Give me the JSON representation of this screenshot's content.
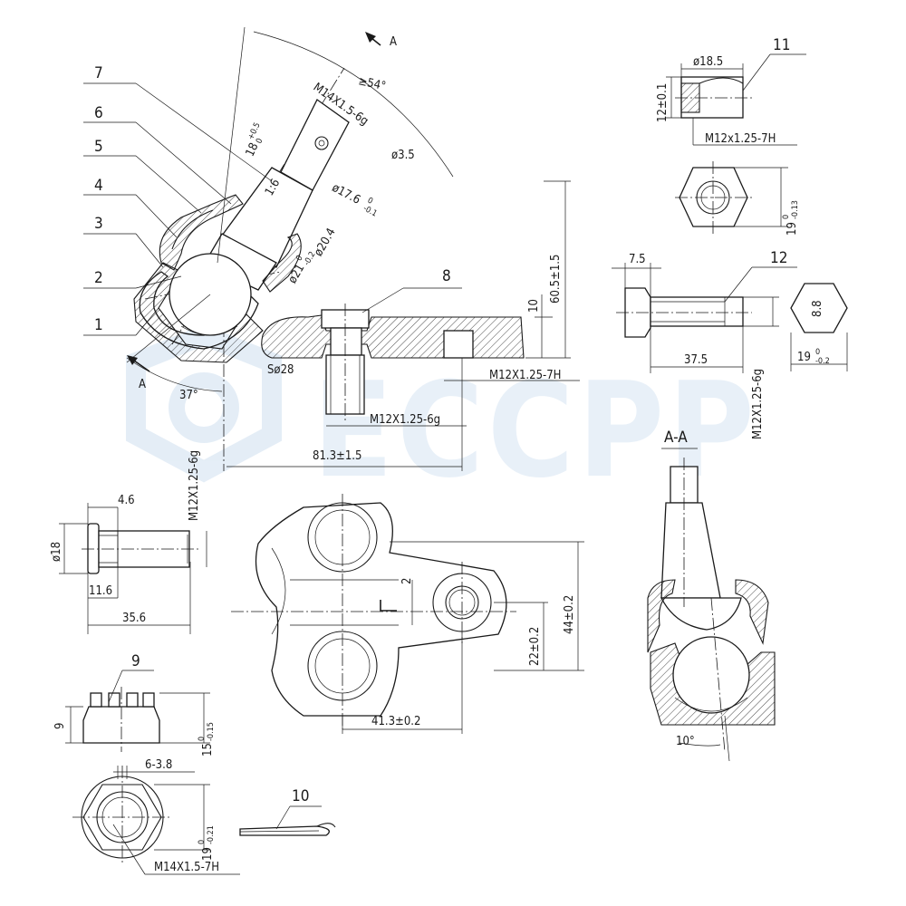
{
  "watermark": {
    "brand": "ECCPP",
    "color": "#cfe0f0"
  },
  "part_numbers": {
    "p1": "1",
    "p2": "2",
    "p3": "3",
    "p4": "4",
    "p5": "5",
    "p6": "6",
    "p7": "7",
    "p8": "8",
    "p9": "9",
    "p10": "10",
    "p11": "11",
    "p12": "12"
  },
  "section": {
    "label": "A-A",
    "arrow_a1": "A",
    "arrow_a2": "A"
  },
  "dims": {
    "angle_54": "≥54°",
    "thread_m14_6g": "M14X1.5-6g",
    "d35": "ø3.5",
    "len_18": "18",
    "ratio_16": "1:6",
    "d176": "ø17.6",
    "d204": "ø20.4",
    "d21": "ø21",
    "sphere_28": "Sø28",
    "angle_37": "37°",
    "h605": "60.5±1.5",
    "h10": "10",
    "nut_thread_7h": "M12X1.25-7H",
    "bolt_thread_6g_1": "M12X1.25-6g",
    "w813": "81.3±1.5",
    "bolt_thread_6g_2": "M12X1.25-6g",
    "len_46": "4.6",
    "d18": "ø18",
    "len_116": "11.6",
    "len_356": "35.6",
    "nut11_d185": "ø18.5",
    "nut11_h12": "12±0.1",
    "nut11_thread": "M12x1.25-7H",
    "nut11_w19": "19",
    "bolt12_75": "7.5",
    "bolt12_375": "37.5",
    "bolt12_thread": "M12X1.25-6g",
    "bolt12_88": "8.8",
    "bolt12_w19": "19",
    "plate_2": "2",
    "plate_22": "22±0.2",
    "plate_44": "44±0.2",
    "plate_413": "41.3±0.2",
    "nut9_h9": "9",
    "nut9_15": "15",
    "nut9_slot": "6-3.8",
    "nut9_w19": "19",
    "nut9_thread": "M14X1.5-7H",
    "section_angle_10": "10°"
  },
  "tolerances": {
    "len_18": [
      "+0.5",
      "0"
    ],
    "d176": [
      "0",
      "-0.1"
    ],
    "d21": [
      "0",
      "-0.2"
    ],
    "nut11_w19": [
      "0",
      "-0.13"
    ],
    "bolt12_w19": [
      "0",
      "-0.2"
    ],
    "nut9_15": [
      "0",
      "-0.15"
    ],
    "nut9_w19": [
      "0",
      "-0.21"
    ]
  }
}
